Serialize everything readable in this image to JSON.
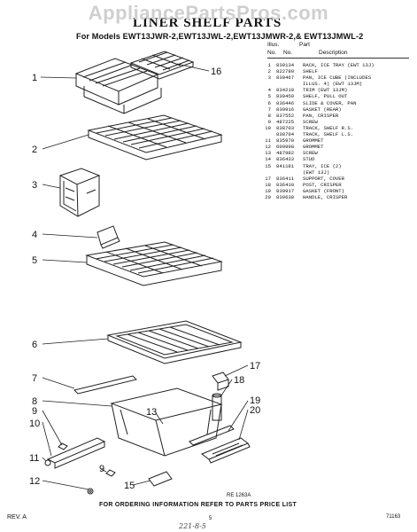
{
  "watermark": "AppliancePartsPros.com",
  "title": "LINER SHELF PARTS",
  "models": "For Models EWT13JWR-2,EWT13JWL-2,EWT13JMWR-2,& EWT13JMWL-2",
  "list_header": {
    "illus": "Illus.",
    "part": "Part",
    "no1": "No.",
    "no2": "No.",
    "desc": "Description"
  },
  "parts": [
    {
      "no": "1",
      "part": "839134",
      "desc": "RACK, ICE TRAY (EWT 13J)"
    },
    {
      "no": "2",
      "part": "822780",
      "desc": "SHELF"
    },
    {
      "no": "3",
      "part": "839467",
      "desc": "PAN, ICE CUBE (INCLUDES"
    },
    {
      "no": "",
      "part": "",
      "desc": "ILLUS. 4) (EWT 13JM)"
    },
    {
      "no": "4",
      "part": "834218",
      "desc": "TRIM (EWT 13JM)"
    },
    {
      "no": "5",
      "part": "839459",
      "desc": "SHELF, PULL OUT"
    },
    {
      "no": "6",
      "part": "836446",
      "desc": "SLIDE & COVER, PAN"
    },
    {
      "no": "7",
      "part": "839916",
      "desc": "GASKET (REAR)"
    },
    {
      "no": "8",
      "part": "837552",
      "desc": "PAN, CRISPER"
    },
    {
      "no": "9",
      "part": "487225",
      "desc": "SCREW"
    },
    {
      "no": "10",
      "part": "838703",
      "desc": "TRACK, SHELF R.S."
    },
    {
      "no": "",
      "part": "838704",
      "desc": "TRACK, SHELF L.S."
    },
    {
      "no": "11",
      "part": "835970",
      "desc": "GROMMET"
    },
    {
      "no": "12",
      "part": "609998",
      "desc": "GROMMET"
    },
    {
      "no": "13",
      "part": "487982",
      "desc": "SCREW"
    },
    {
      "no": "14",
      "part": "836433",
      "desc": "STUD"
    },
    {
      "no": "15",
      "part": "841181",
      "desc": "TRAY, ICE (2)"
    },
    {
      "no": "",
      "part": "",
      "desc": "(EWT 13J)"
    },
    {
      "no": "17",
      "part": "836411",
      "desc": "SUPPORT, COVER"
    },
    {
      "no": "18",
      "part": "836410",
      "desc": "POST, CRISPER"
    },
    {
      "no": "19",
      "part": "839917",
      "desc": "GASKET (FRONT)"
    },
    {
      "no": "20",
      "part": "839638",
      "desc": "HANDLE, CRISPER"
    }
  ],
  "callouts": {
    "c1": "1",
    "c16": "16",
    "c2": "2",
    "c3": "3",
    "c4": "4",
    "c5": "5",
    "c6": "6",
    "c7": "7",
    "c8": "8",
    "c9a": "9",
    "c10": "10",
    "c11": "11",
    "c12": "12",
    "c13": "13",
    "c9b": "9",
    "c15": "15",
    "c17": "17",
    "c18": "18",
    "c19": "19",
    "c20": "20"
  },
  "figure_number": "RE 1263A",
  "footer_note": "FOR ORDERING INFORMATION REFER TO PARTS PRICE LIST",
  "revision": "REV. A",
  "page_number": "5",
  "doc_number": "71163",
  "handwriting": "221-8-5"
}
